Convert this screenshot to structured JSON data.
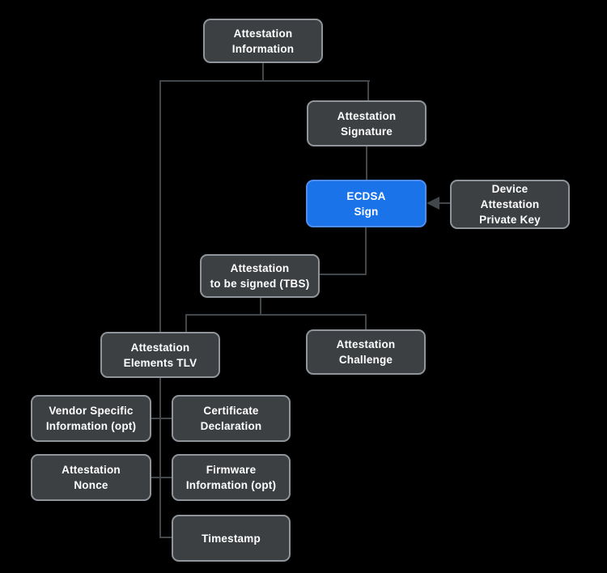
{
  "colors": {
    "background": "#000000",
    "node_fill": "#3c4043",
    "node_border": "#8f959b",
    "accent_fill": "#1a73e8",
    "accent_border": "#4f8df0",
    "connector": "#42474c",
    "text": "#ffffff"
  },
  "nodes": {
    "attestation_information": {
      "label": "Attestation\nInformation"
    },
    "attestation_signature": {
      "label": "Attestation\nSignature"
    },
    "ecdsa_sign": {
      "label": "ECDSA\nSign"
    },
    "device_attestation_private_key": {
      "label": "Device\nAttestation\nPrivate Key"
    },
    "attestation_tbs": {
      "label": "Attestation\nto be signed (TBS)"
    },
    "attestation_elements_tlv": {
      "label": "Attestation\nElements TLV"
    },
    "attestation_challenge": {
      "label": "Attestation\nChallenge"
    },
    "vendor_specific_information": {
      "label": "Vendor Specific\nInformation (opt)"
    },
    "certificate_declaration": {
      "label": "Certificate\nDeclaration"
    },
    "attestation_nonce": {
      "label": "Attestation\nNonce"
    },
    "firmware_information": {
      "label": "Firmware\nInformation (opt)"
    },
    "timestamp": {
      "label": "Timestamp"
    }
  },
  "edges": [
    {
      "from": "attestation_information",
      "to": "attestation_signature"
    },
    {
      "from": "attestation_information",
      "to": "attestation_elements_tlv"
    },
    {
      "from": "attestation_signature",
      "to": "ecdsa_sign"
    },
    {
      "from": "device_attestation_private_key",
      "to": "ecdsa_sign",
      "style": "arrow"
    },
    {
      "from": "ecdsa_sign",
      "to": "attestation_tbs"
    },
    {
      "from": "attestation_tbs",
      "to": "attestation_elements_tlv"
    },
    {
      "from": "attestation_tbs",
      "to": "attestation_challenge"
    },
    {
      "from": "attestation_elements_tlv",
      "to": "vendor_specific_information"
    },
    {
      "from": "attestation_elements_tlv",
      "to": "certificate_declaration"
    },
    {
      "from": "attestation_elements_tlv",
      "to": "attestation_nonce"
    },
    {
      "from": "attestation_elements_tlv",
      "to": "firmware_information"
    },
    {
      "from": "attestation_elements_tlv",
      "to": "timestamp"
    }
  ]
}
